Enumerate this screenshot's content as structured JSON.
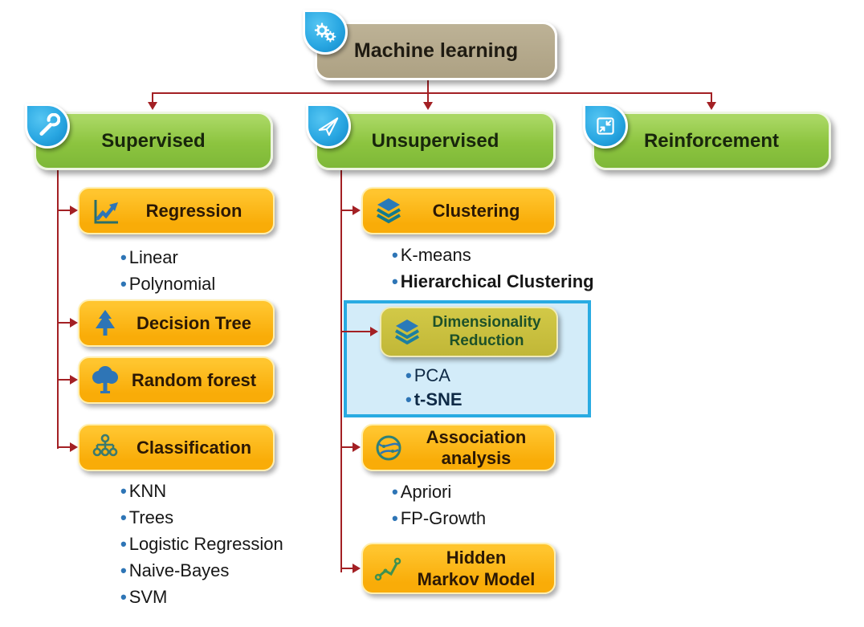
{
  "title": {
    "label": "Machine learning",
    "icon": "gears-icon"
  },
  "branches": [
    {
      "label": "Supervised",
      "icon": "wrench-icon"
    },
    {
      "label": "Unsupervised",
      "icon": "paper-plane-icon"
    },
    {
      "label": "Reinforcement",
      "icon": "collapse-arrows-icon"
    }
  ],
  "supervised": {
    "nodes": [
      {
        "label": "Regression",
        "icon": "trend-chart-icon",
        "items": [
          "Linear",
          "Polynomial"
        ]
      },
      {
        "label": "Decision Tree",
        "icon": "pine-tree-icon",
        "items": []
      },
      {
        "label": "Random forest",
        "icon": "tree-icon",
        "items": []
      },
      {
        "label": "Classification",
        "icon": "hierarchy-icon",
        "items": [
          "KNN",
          "Trees",
          "Logistic Regression",
          "Naive-Bayes",
          "SVM"
        ]
      }
    ]
  },
  "unsupervised": {
    "nodes": [
      {
        "label": "Clustering",
        "icon": "layers-icon",
        "items": [
          "K-means",
          "Hierarchical Clustering"
        ]
      },
      {
        "label_lines": [
          "Dimensionality",
          "Reduction"
        ],
        "icon": "layers-icon",
        "highlighted": true,
        "items": [
          "PCA",
          "t-SNE"
        ]
      },
      {
        "label": "Association analysis",
        "icon": "network-globe-icon",
        "items": [
          "Apriori",
          "FP-Growth"
        ]
      },
      {
        "label_lines": [
          "Hidden",
          "Markov Model"
        ],
        "icon": "markov-path-icon",
        "items": []
      }
    ]
  },
  "colors": {
    "root_box": "#b5aa8c",
    "branch_box": "#8cc43f",
    "node_box": "#f9ac08",
    "highlighted_node_box": "#c9bf3e",
    "highlight_fill": "#d3ecf9",
    "highlight_border": "#29abe2",
    "connector": "#a32024",
    "bullet": "#2e75b6",
    "icon_badge": "#29a7e2"
  }
}
